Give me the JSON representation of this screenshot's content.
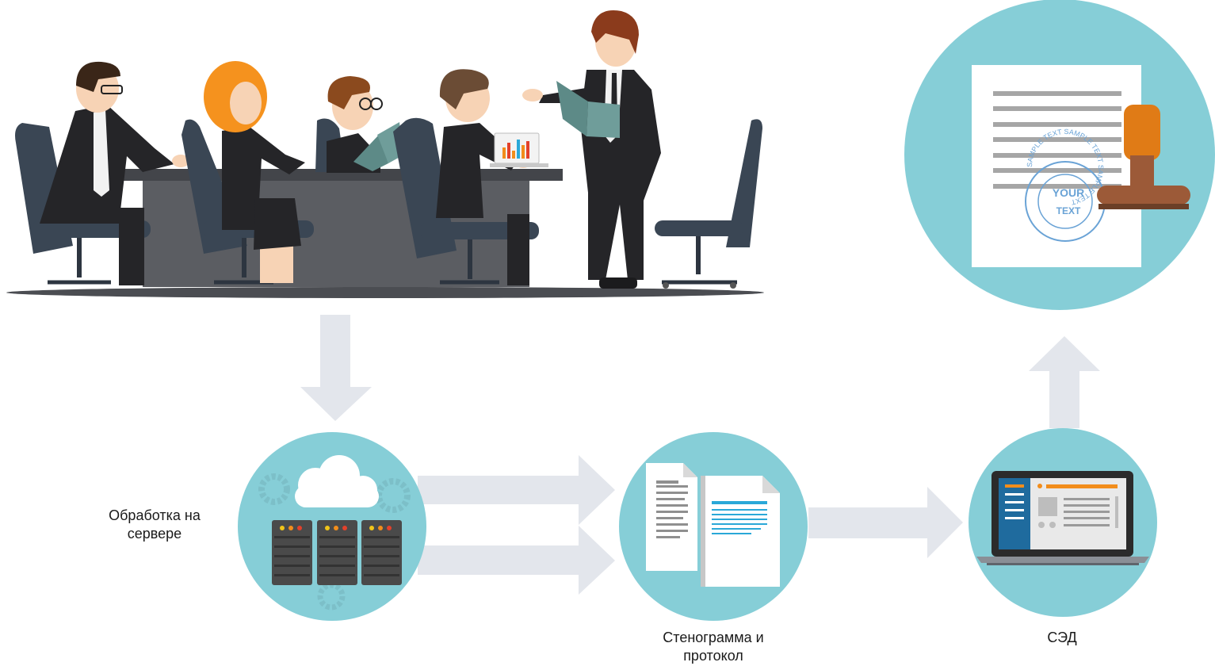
{
  "labels": {
    "server": "Обработка на\nсервере",
    "transcript": "Стенограмма и\nпротокол",
    "edms": "СЭД"
  },
  "stamp": {
    "ring_text": "SAMPLE TEXT SAMPLE TEXT SAMPLE TEXT",
    "line1": "YOUR",
    "line2": "TEXT"
  },
  "colors": {
    "circle": "#86ced7",
    "arrow": "#e3e6ec",
    "suit": "#252528",
    "table": "#57595e",
    "chair": "#3a4654",
    "paper_line": "#a6a6a6",
    "doc_accent": "#2aa8d8",
    "stamp_handle": "#e07b16",
    "stamp_base": "#9c5a38",
    "stamp_ink": "#6aa3d6",
    "server_dots": [
      "#f0c419",
      "#f28d1b",
      "#e3412b"
    ],
    "laptop_sidebar": "#1f6b9e",
    "laptop_accent": "#f28d1b"
  }
}
